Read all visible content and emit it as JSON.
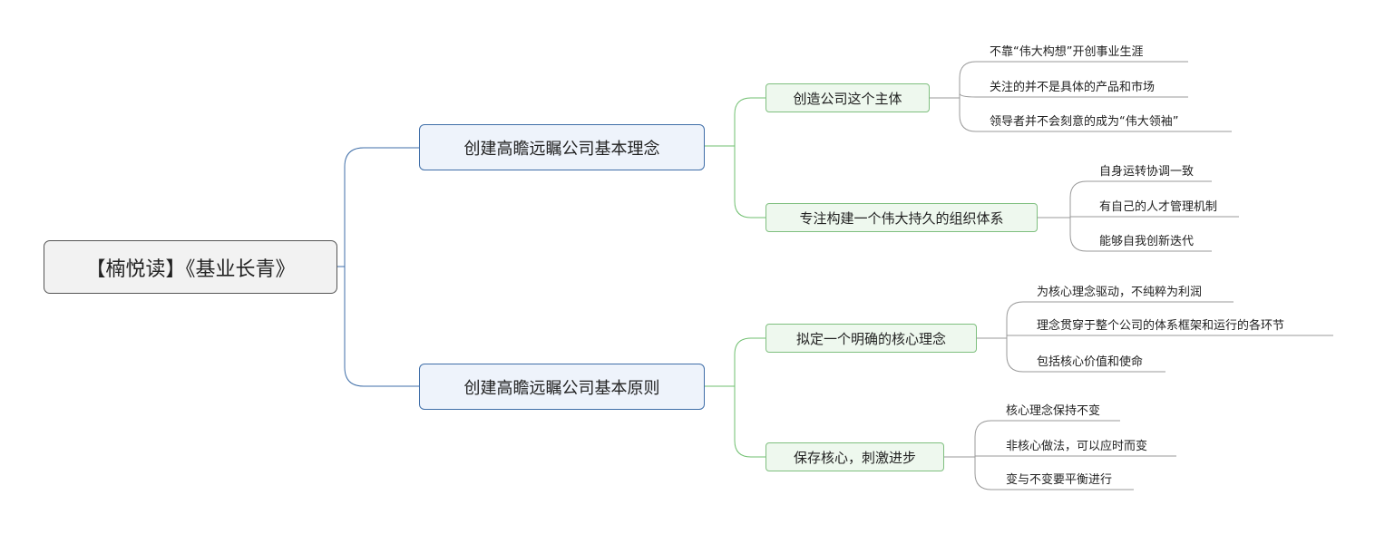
{
  "root": {
    "label": "【楠悦读】《基业长青》"
  },
  "branches": [
    {
      "label": "创建高瞻远瞩公司基本理念",
      "children": [
        {
          "label": "创造公司这个主体",
          "leaves": [
            "不靠“伟大构想”开创事业生涯",
            "关注的并不是具体的产品和市场",
            "领导者并不会刻意的成为“伟大领袖”"
          ]
        },
        {
          "label": "专注构建一个伟大持久的组织体系",
          "leaves": [
            "自身运转协调一致",
            "有自己的人才管理机制",
            "能够自我创新迭代"
          ]
        }
      ]
    },
    {
      "label": "创建高瞻远瞩公司基本原则",
      "children": [
        {
          "label": "拟定一个明确的核心理念",
          "leaves": [
            "为核心理念驱动，不纯粹为利润",
            "理念贯穿于整个公司的体系框架和运行的各环节",
            "包括核心价值和使命"
          ]
        },
        {
          "label": "保存核心，刺激进步",
          "leaves": [
            "核心理念保持不变",
            "非核心做法，可以应时而变",
            "变与不变要平衡进行"
          ]
        }
      ]
    }
  ],
  "colors": {
    "main_line": "#3f6ea8",
    "sub_line": "#6fbf6f",
    "leaf_line": "#999999"
  }
}
